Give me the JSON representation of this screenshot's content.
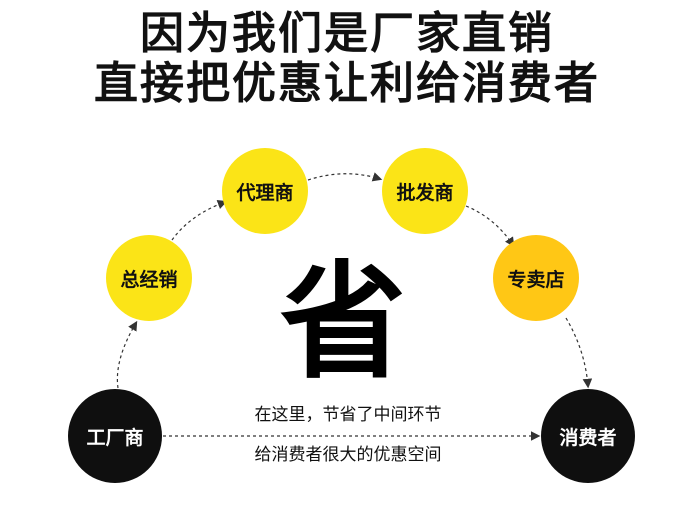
{
  "headline": {
    "line1": "因为我们是厂家直销",
    "line2": "直接把优惠让利给消费者"
  },
  "nodes": {
    "factory": "工厂商",
    "general_distributor": "总经销",
    "agent": "代理商",
    "wholesaler": "批发商",
    "specialty_store": "专卖店",
    "consumer": "消费者"
  },
  "center_char": "省",
  "note": {
    "line1": "在这里，节省了中间环节",
    "line2": "给消费者很大的优惠空间"
  },
  "colors": {
    "dark_node": "#0f0f0f",
    "yellow_node": "#fbe417",
    "orange_node": "#ffc715",
    "arrow": "#333333"
  }
}
